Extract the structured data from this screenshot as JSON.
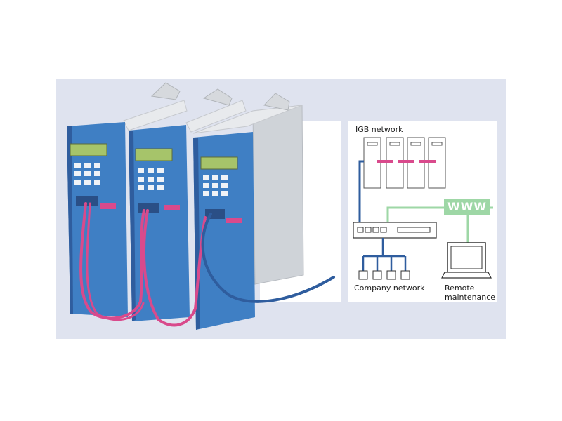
{
  "diagram": {
    "labels": {
      "igb_network": "IGB network",
      "www": "WWW",
      "company_network": "Company network",
      "remote_line1": "Remote",
      "remote_line2": "maintenance"
    },
    "colors": {
      "background_panel": "#dfe3ef",
      "drive_blue": "#3f7fc4",
      "drive_side": "#cfd3d8",
      "cable_magenta": "#d94a8c",
      "cable_blue": "#2f5d9e",
      "link_green": "#9ed7a6",
      "lcd_green": "#a6c46a"
    },
    "icons": [
      "server-icon",
      "network-switch-icon",
      "monitor-icon",
      "workstation-icon",
      "keypad-icon"
    ],
    "nodes": {
      "servers": 4,
      "company_workstations": 4
    }
  }
}
